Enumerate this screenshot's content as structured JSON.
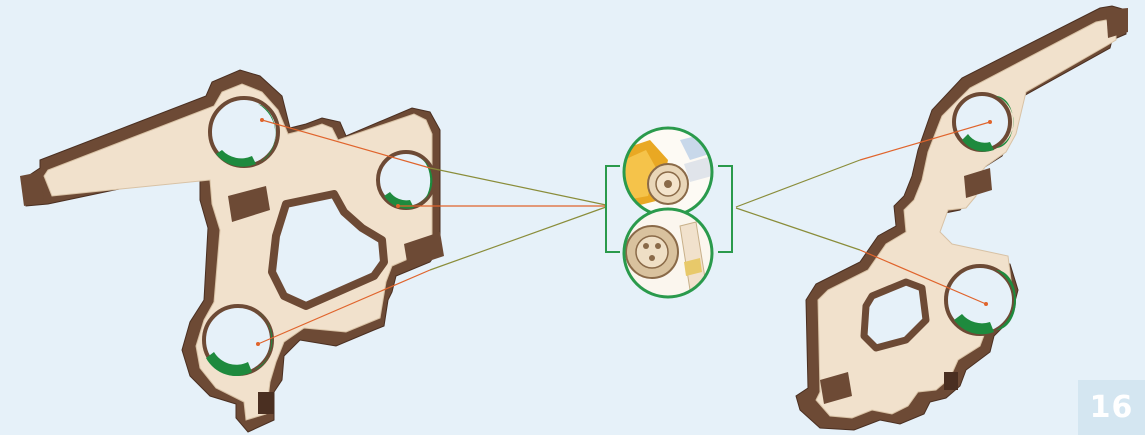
{
  "page": {
    "number": "16"
  },
  "colors": {
    "background": "#e6f1f9",
    "wood_face": "#f1e1cc",
    "wood_edge": "#6d4a35",
    "wood_edge_dark": "#4a2f21",
    "bearing_green": "#1e8a3e",
    "callout_green": "#2a9a4c",
    "orange_line": "#e0642c",
    "olive_line": "#8a8d3a"
  },
  "icons": {
    "left_part": "wooden-bracket-left",
    "right_part": "wooden-bracket-right",
    "detail_top": "gear-detail-top",
    "detail_bottom": "gear-detail-bottom"
  }
}
